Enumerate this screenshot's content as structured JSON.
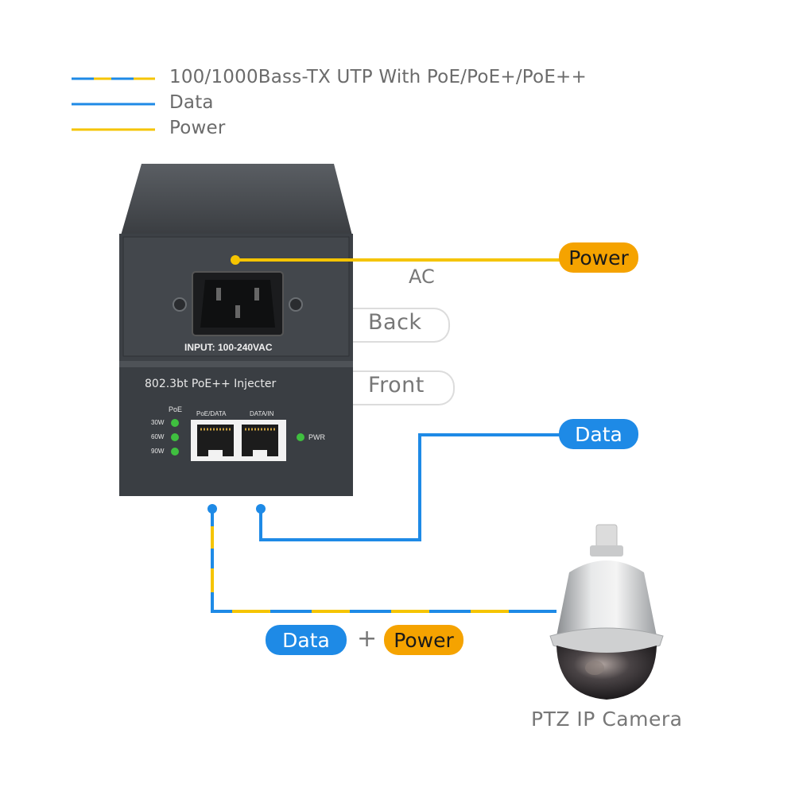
{
  "legend": {
    "items": [
      {
        "label": "100/1000Bass-TX UTP With PoE/PoE+/PoE++",
        "style": "blue-yellow-dashed"
      },
      {
        "label": "Data",
        "style": "blue"
      },
      {
        "label": "Power",
        "style": "yellow"
      }
    ]
  },
  "colors": {
    "data": "#1e8ae6",
    "power": "#f5c400",
    "power_badge": "#f5a300",
    "device": "#3d4146"
  },
  "device": {
    "back": {
      "tab_label": "Back",
      "ac_label": "AC",
      "input_label": "INPUT: 100-240VAC"
    },
    "front": {
      "tab_label": "Front",
      "title": "802.3bt PoE++ Injecter",
      "poe_heading": "PoE",
      "led_labels": [
        "30W",
        "60W",
        "90W"
      ],
      "port_labels": [
        "PoE/DATA",
        "DATA/IN"
      ],
      "pwr_label": "PWR"
    }
  },
  "badges": {
    "power_top": "Power",
    "data_right": "Data",
    "data_bottom": "Data",
    "plus": "+",
    "power_bottom": "Power"
  },
  "camera": {
    "label": "PTZ IP Camera"
  }
}
